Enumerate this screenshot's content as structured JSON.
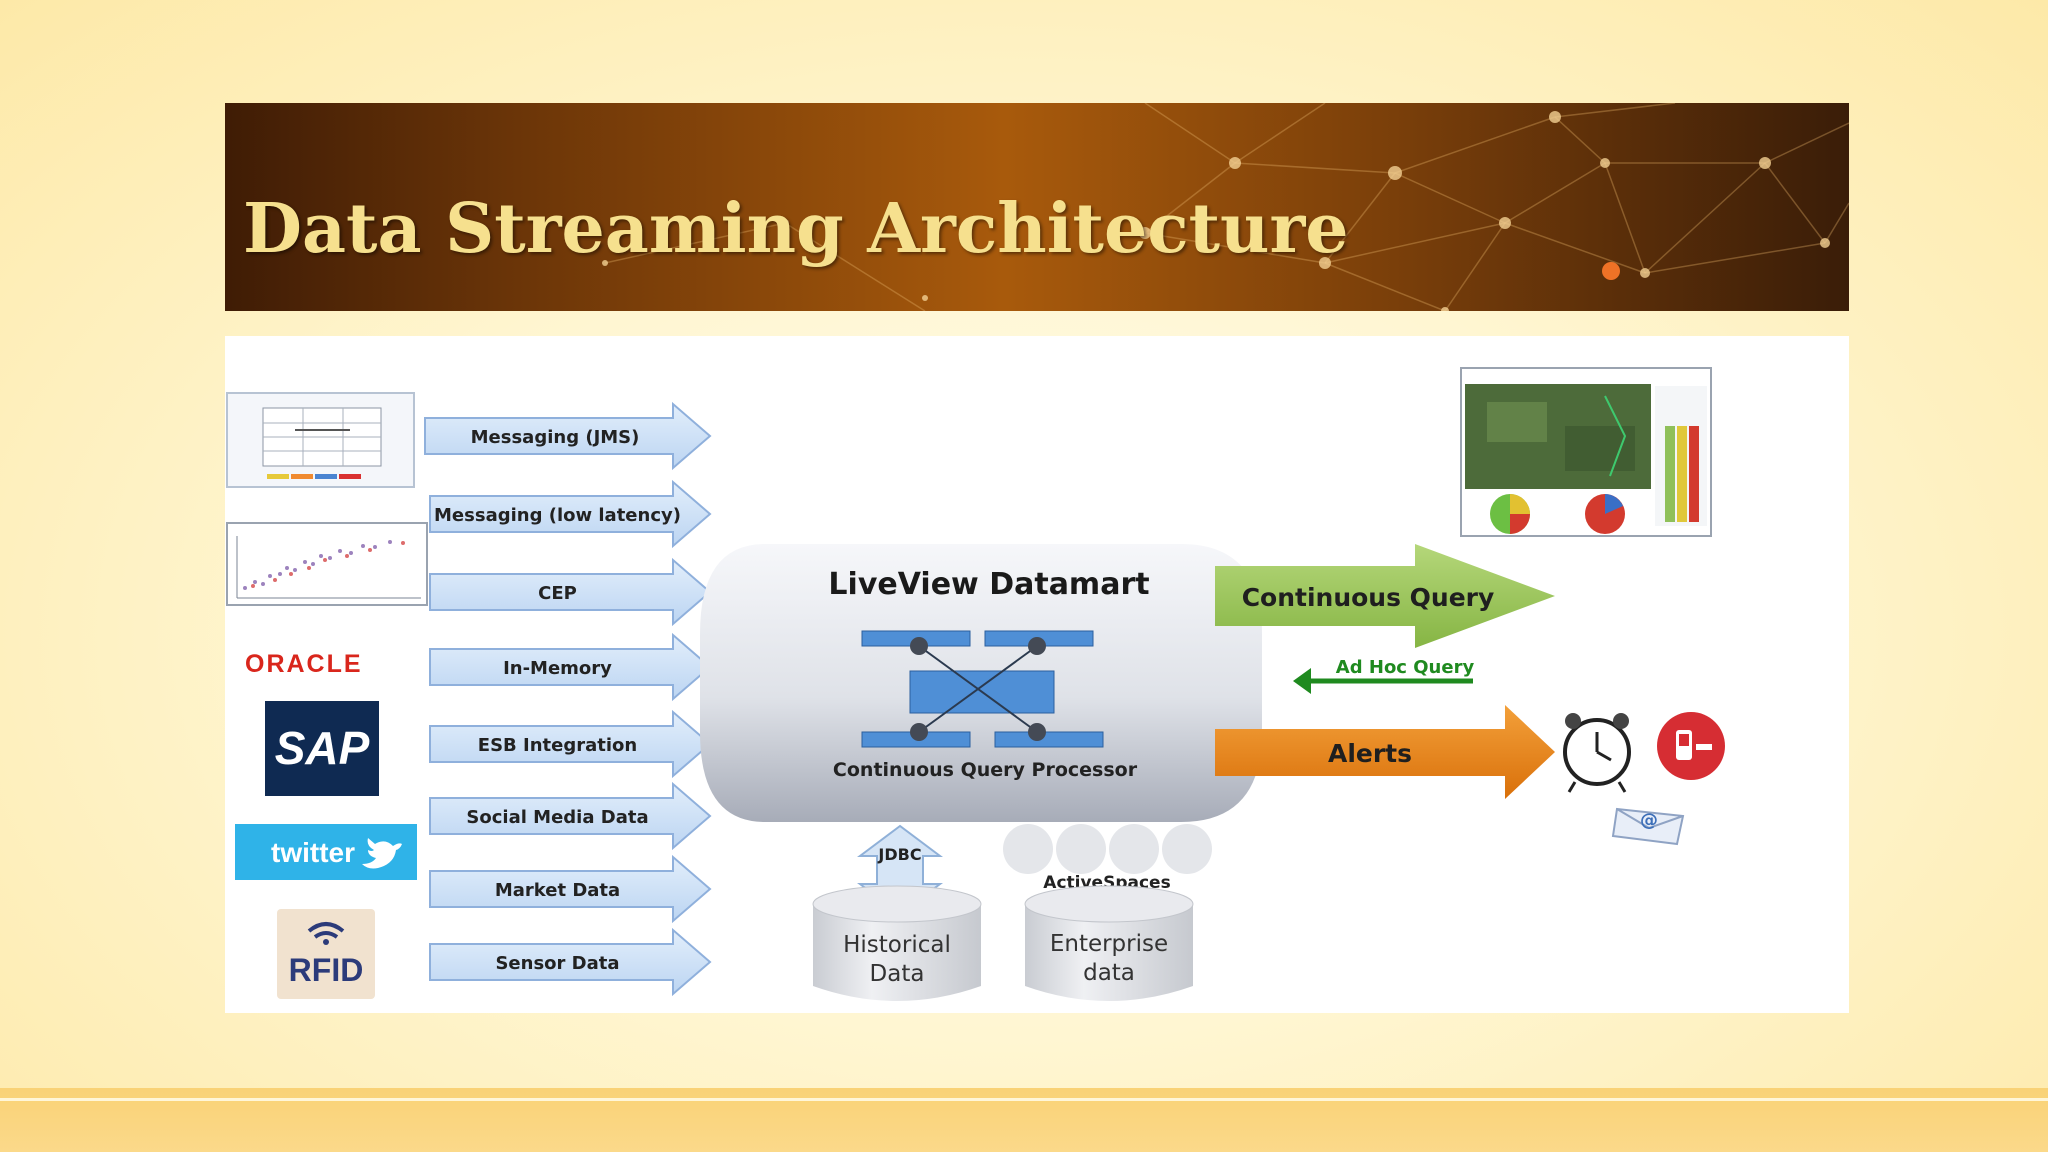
{
  "slide": {
    "title": "Data Streaming Architecture"
  },
  "sources": {
    "logos": {
      "oracle": "ORACLE",
      "sap": "SAP",
      "twitter": "twitter",
      "rfid": "RFID"
    },
    "inputs": [
      "Messaging (JMS)",
      "Messaging (low latency)",
      "CEP",
      "In-Memory",
      "ESB Integration",
      "Social Media Data",
      "Market Data",
      "Sensor Data"
    ]
  },
  "datamart": {
    "title": "LiveView Datamart",
    "processor_label": "Continuous Query Processor"
  },
  "outputs": {
    "continuous_query": "Continuous Query",
    "ad_hoc_query": "Ad Hoc Query",
    "alerts": "Alerts"
  },
  "storage": {
    "jdbc": "JDBC",
    "activespaces": "ActiveSpaces",
    "historical": [
      "Historical",
      "Data"
    ],
    "enterprise": [
      "Enterprise",
      "data"
    ]
  },
  "icons": [
    "clock-icon",
    "mobile-alert-icon",
    "email-icon",
    "dashboard-screenshot"
  ],
  "colors": {
    "title": "#f6e08e",
    "input_arrow": "#c9def7",
    "continuous_query_arrow": "#9cc65a",
    "alerts_arrow": "#e8800f",
    "ad_hoc_arrow": "#1f8a1f",
    "oracle": "#d9261c",
    "sap": "#0f2a52",
    "twitter": "#2fb3e8"
  }
}
